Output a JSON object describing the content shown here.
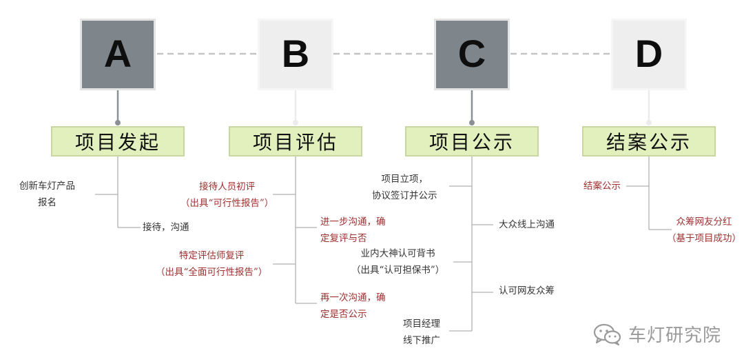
{
  "boxes": [
    {
      "letter": "A"
    },
    {
      "letter": "B"
    },
    {
      "letter": "C"
    },
    {
      "letter": "D"
    }
  ],
  "stages": [
    {
      "label": "项目发起"
    },
    {
      "label": "项目评估"
    },
    {
      "label": "项目公示"
    },
    {
      "label": "结案公示"
    }
  ],
  "stage_a_notes": [
    "创新车灯产品\n报名",
    "接待，沟通"
  ],
  "stage_b_notes": [
    "接待人员初评\n（出具“可行性报告”）",
    "进一步沟通，确\n定复评与否",
    "特定评估师复评\n（出具“全面可行性报告”）",
    "再一次沟通，确\n定是否公示"
  ],
  "stage_c_notes": [
    "项目立项，\n协议签订并公示",
    "大众线上沟通",
    "业内大神认可背书\n（出具“认可担保书”）",
    "认可网友众筹",
    "项目经理\n线下推广"
  ],
  "stage_d_notes": [
    "结案公示",
    "众筹网友分红\n（基于项目成功）"
  ],
  "watermark": {
    "text": "车灯研究院",
    "icon": "wechat-icon"
  },
  "colors": {
    "box_dark": "#7f868b",
    "box_light": "#eeeeee",
    "stage_fill": "#e2f0bd",
    "note_red": "#a03030",
    "note_black": "#333333"
  }
}
